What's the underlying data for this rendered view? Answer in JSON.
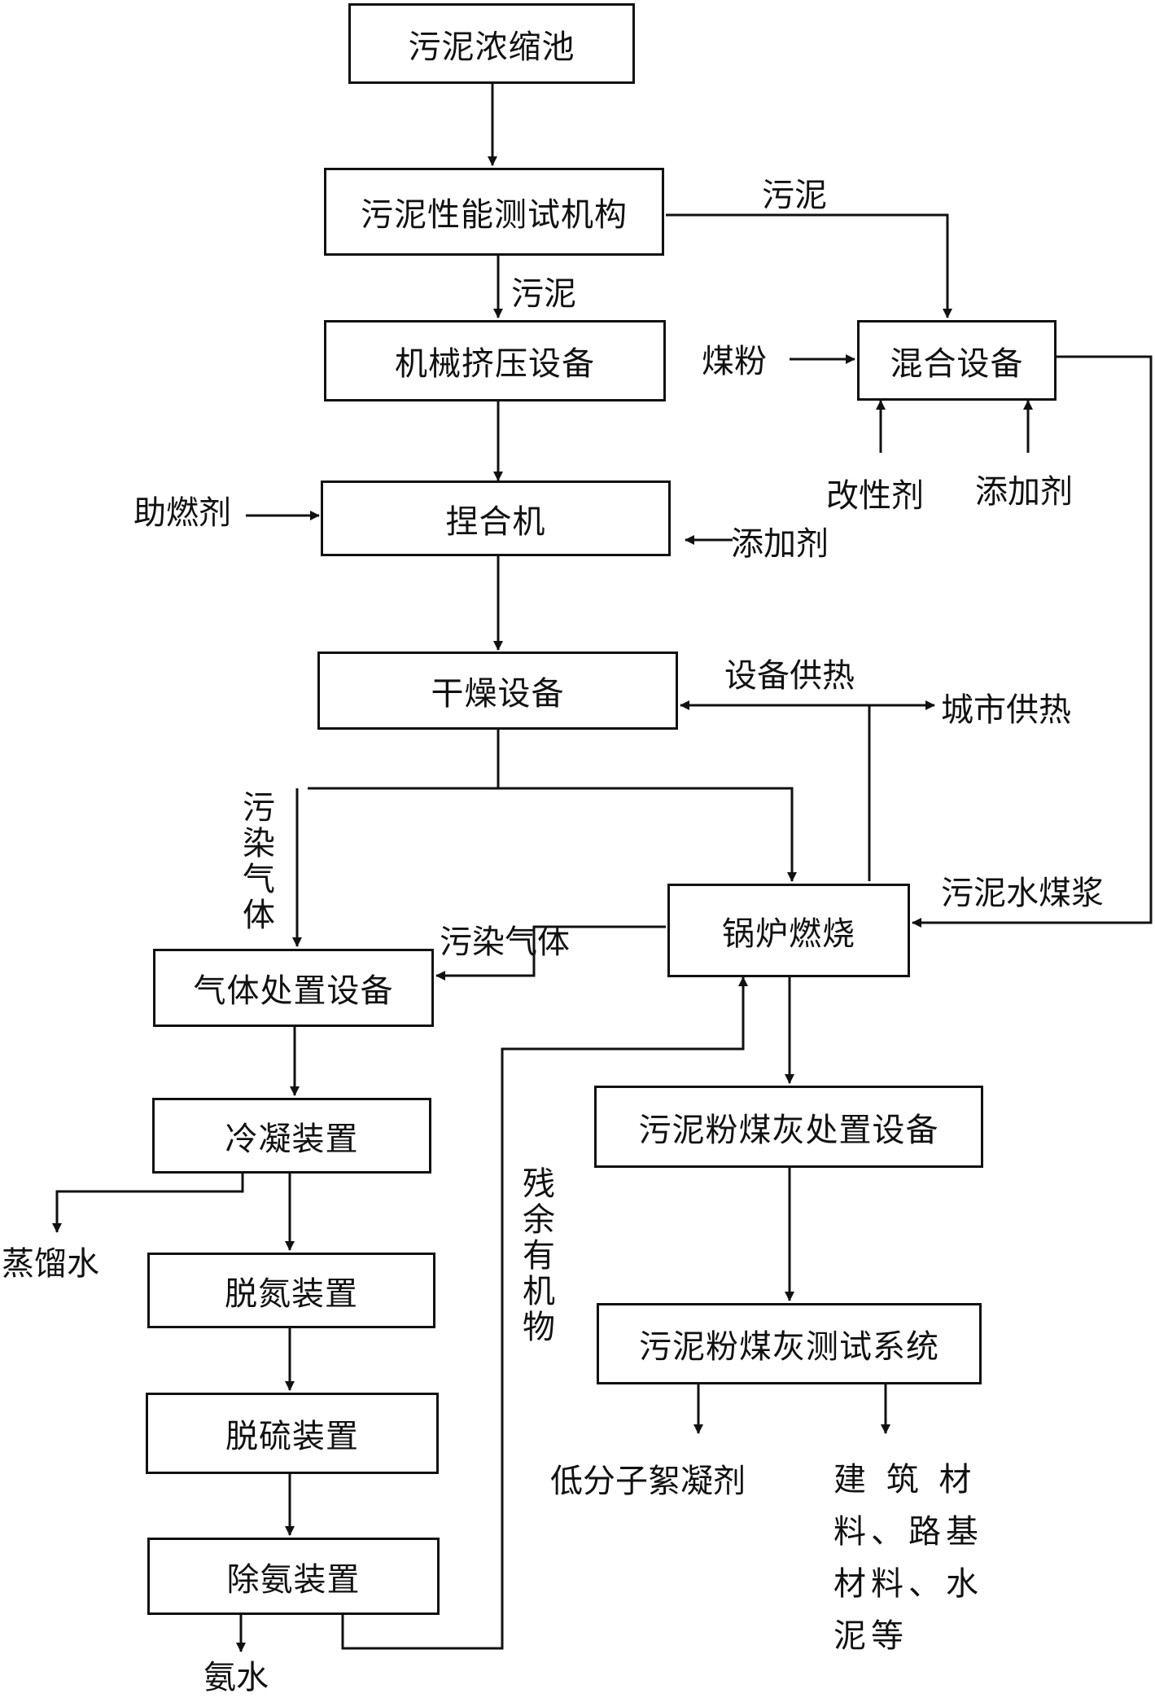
{
  "boxes": {
    "thickener": "污泥浓缩池",
    "testing": "污泥性能测试机构",
    "press": "机械挤压设备",
    "kneader": "捏合机",
    "dryer": "干燥设备",
    "mixer": "混合设备",
    "boiler": "锅炉燃烧",
    "gas_treatment": "气体处置设备",
    "condenser": "冷凝装置",
    "denitrify": "脱氮装置",
    "desulfur": "脱硫装置",
    "deammonia": "除氨装置",
    "ash_treatment": "污泥粉煤灰处置设备",
    "ash_test": "污泥粉煤灰测试系统"
  },
  "labels": {
    "sludge_to_mixer": "污泥",
    "sludge_to_press": "污泥",
    "coal_powder": "煤粉",
    "modifier": "改性剂",
    "additive_mixer": "添加剂",
    "combustion_aid": "助燃剂",
    "additive_kneader": "添加剂",
    "equipment_heat": "设备供热",
    "city_heat": "城市供热",
    "polluted_gas_vertical": "污染气体",
    "polluted_gas_boiler": "污染气体",
    "sludge_coal_slurry": "污泥水煤浆",
    "residual_organics": "残余有机物",
    "distilled_water": "蒸馏水",
    "ammonia_water": "氨水",
    "flocculant": "低分子絮凝剂",
    "materials": "建 筑 材料、路基材料、水泥等"
  }
}
